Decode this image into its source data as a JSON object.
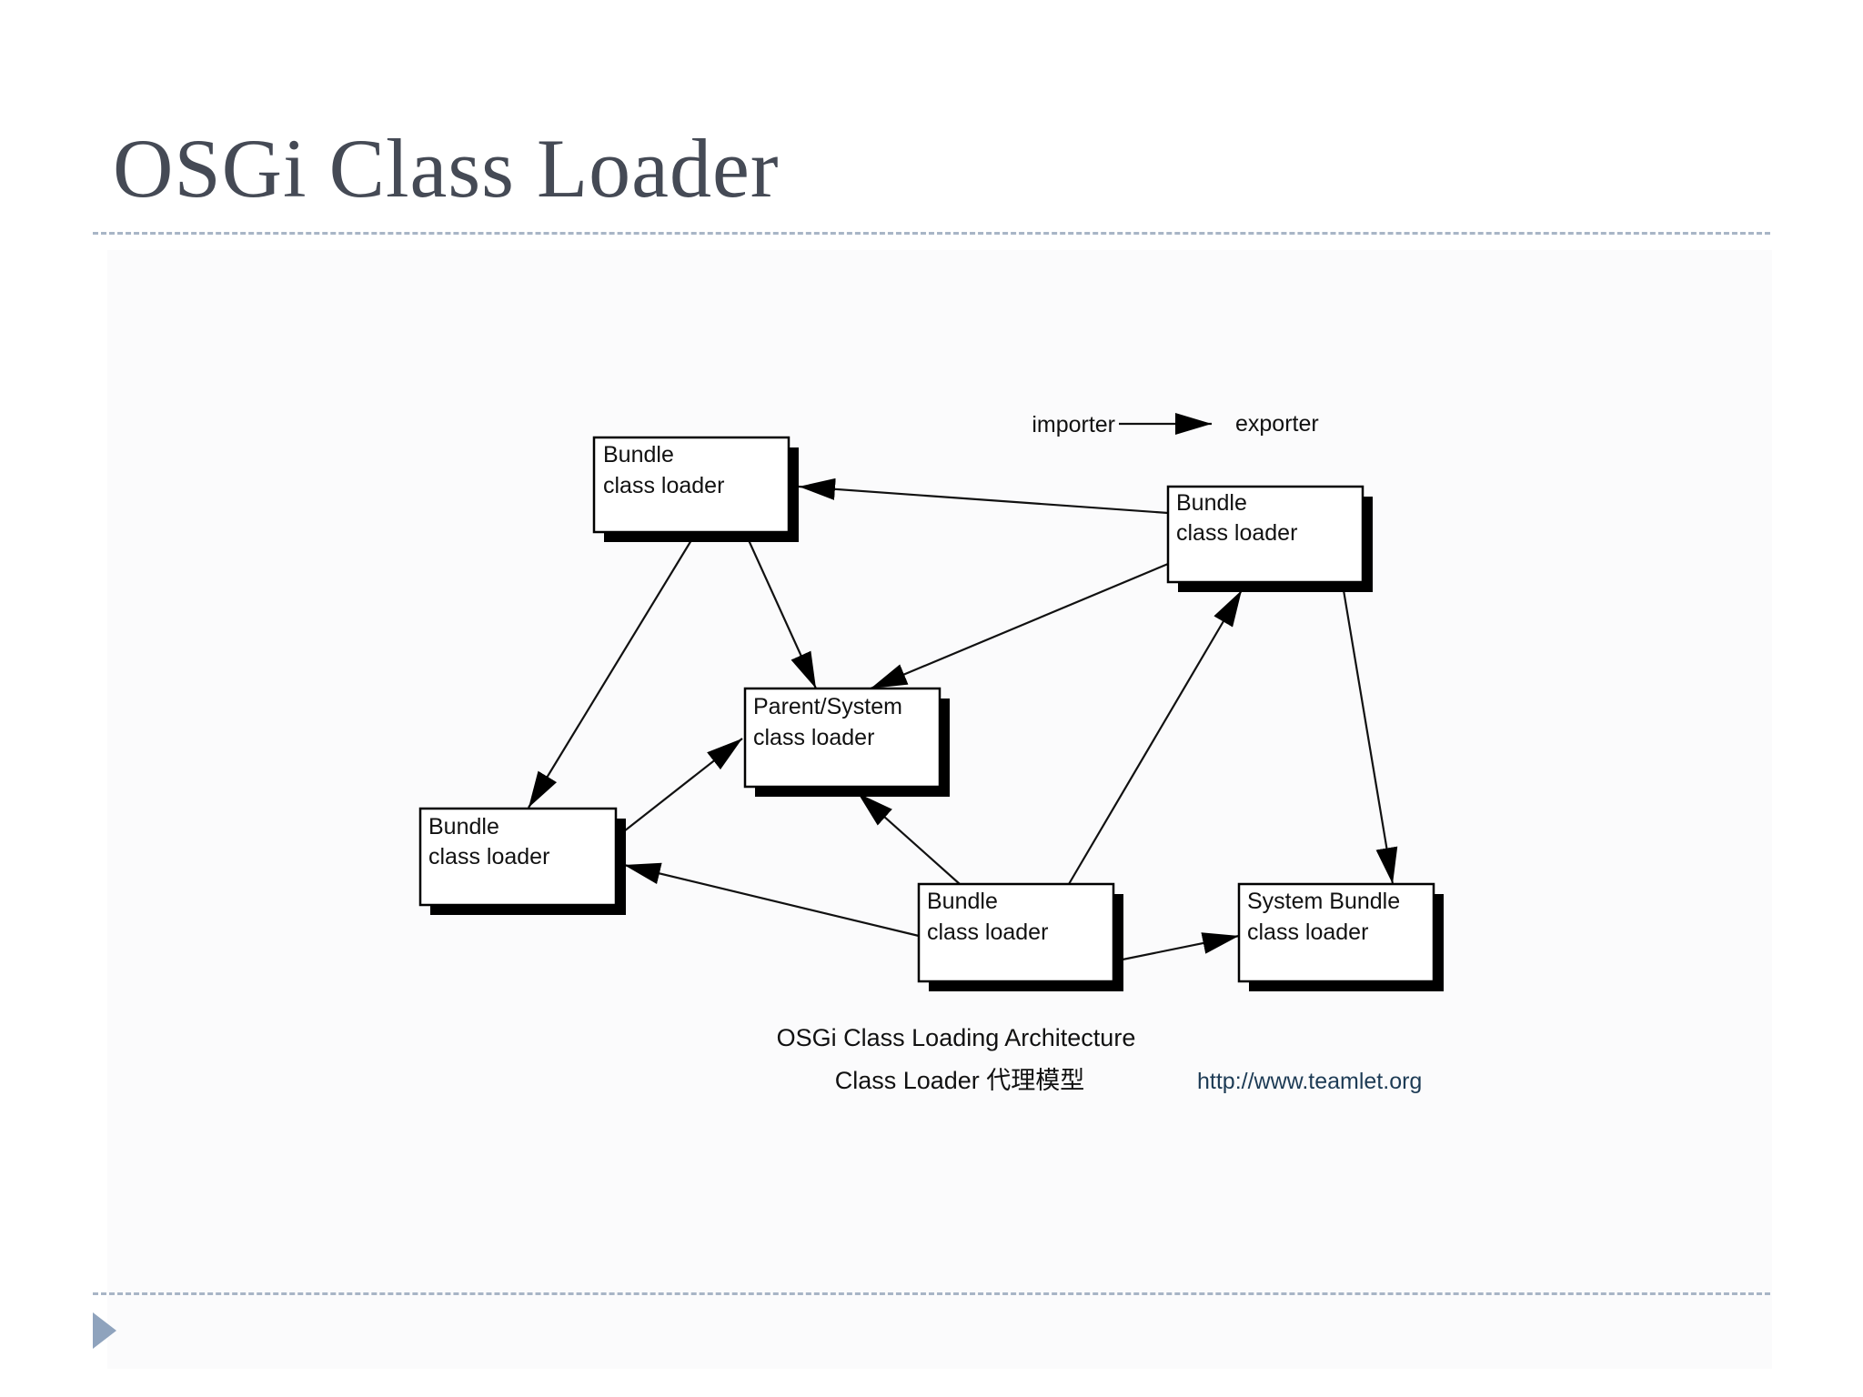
{
  "slide": {
    "title": "OSGi Class Loader"
  },
  "diagram": {
    "legend": {
      "from": "importer",
      "to": "exporter"
    },
    "nodes": [
      {
        "id": "bundle-top-left",
        "line1": "Bundle",
        "line2": "class loader"
      },
      {
        "id": "bundle-top-right",
        "line1": "Bundle",
        "line2": "class loader"
      },
      {
        "id": "parent-system",
        "line1": "Parent/System",
        "line2": "class loader"
      },
      {
        "id": "bundle-left",
        "line1": "Bundle",
        "line2": "class loader"
      },
      {
        "id": "bundle-bottom",
        "line1": "Bundle",
        "line2": "class loader"
      },
      {
        "id": "system-bundle",
        "line1": "System Bundle",
        "line2": "class loader"
      }
    ],
    "edges": [
      {
        "from": "bundle-top-right",
        "to": "bundle-top-left"
      },
      {
        "from": "bundle-top-left",
        "to": "bundle-left"
      },
      {
        "from": "bundle-top-left",
        "to": "parent-system"
      },
      {
        "from": "bundle-top-right",
        "to": "parent-system"
      },
      {
        "from": "bundle-left",
        "to": "parent-system"
      },
      {
        "from": "bundle-bottom",
        "to": "parent-system"
      },
      {
        "from": "bundle-bottom",
        "to": "bundle-left"
      },
      {
        "from": "bundle-bottom",
        "to": "bundle-top-right"
      },
      {
        "from": "bundle-top-right",
        "to": "system-bundle"
      },
      {
        "from": "bundle-bottom",
        "to": "system-bundle"
      }
    ],
    "caption_line1": "OSGi Class Loading Architecture",
    "caption_line2": "Class Loader 代理模型",
    "source_url": "http://www.teamlet.org"
  },
  "colors": {
    "title": "#454a55",
    "divider": "#a8b5c6",
    "bullet": "#8fa3bd"
  }
}
